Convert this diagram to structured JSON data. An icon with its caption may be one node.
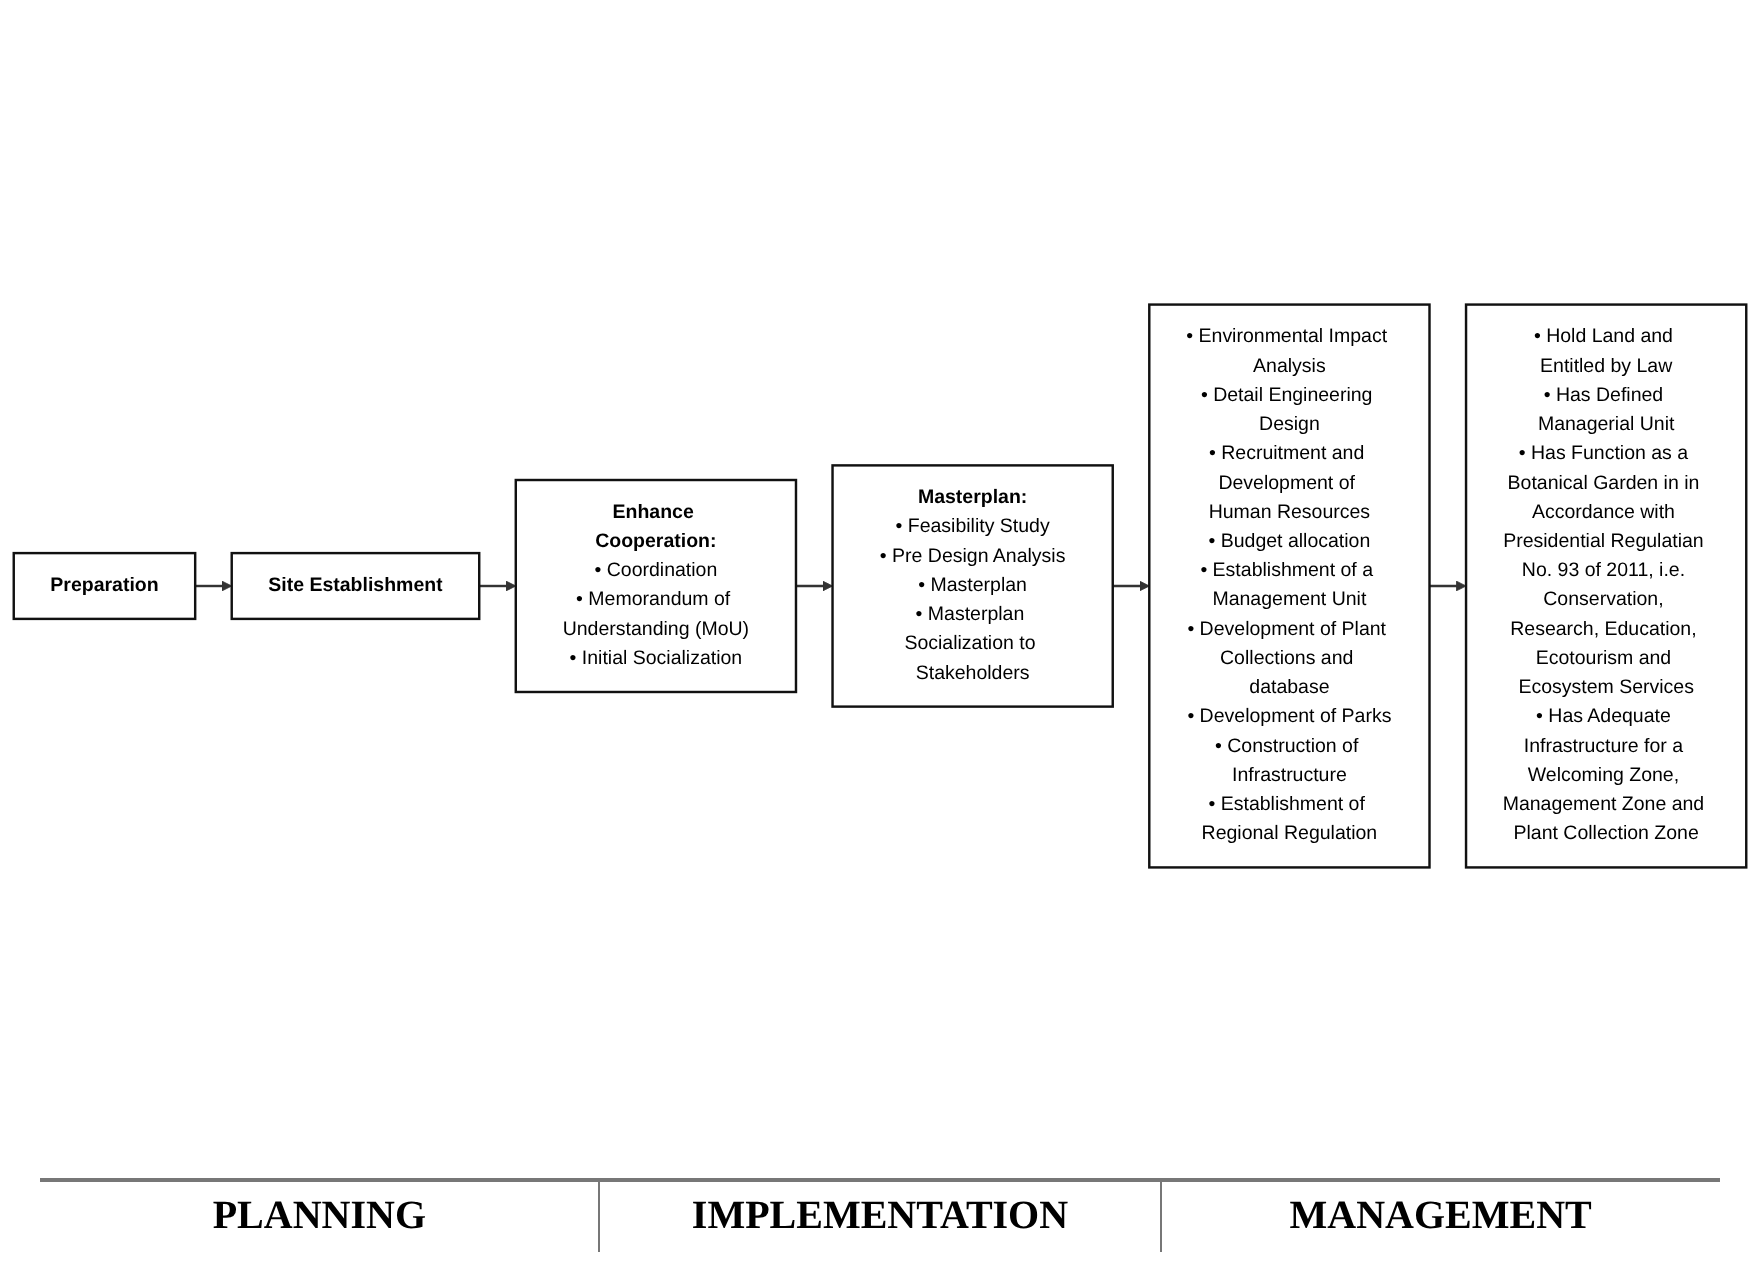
{
  "diagram": {
    "nodes": [
      {
        "text": [
          "Preparation"
        ]
      },
      {
        "text": [
          "Site Establishment"
        ]
      },
      {
        "text": [
          "Enhance Cooperation:",
          "• Coordination",
          "• Memorandum of Understanding (MoU)",
          "• Initial Socialization"
        ]
      },
      {
        "text": [
          "Masterplan:",
          "• Feasibility Study",
          "• Pre Design Analysis",
          "• Masterplan",
          "• Masterplan Socialization to Stakeholders"
        ]
      },
      {
        "text": [
          "• Environmental Impact Analysis",
          "• Detail Engineering Design",
          "• Recruitment and Development of Human Resources",
          "• Budget allocation",
          "• Establishment of a Management Unit",
          "• Development of Plant Collections and database",
          "• Development of Parks",
          "• Construction of Infrastructure",
          "• Establishment of Regional Regulation"
        ]
      },
      {
        "text": [
          "• Hold Land and Entitled by Law",
          "• Has Defined Managerial Unit",
          "• Has Function as a Botanical Garden in in Accordance with Presidential Regulatian No. 93 of 2011, i.e. Conservation, Research, Education, Ecotourism and Ecosystem Services",
          "• Has Adequate Infrastructure for a Welcoming Zone, Management Zone and Plant Collection Zone"
        ]
      }
    ],
    "edges": [
      {
        "from": 0,
        "to": 1,
        "arrow": "to"
      },
      {
        "from": 1,
        "to": 2,
        "arrow": "to"
      },
      {
        "from": 2,
        "to": 3,
        "arrow": "to"
      },
      {
        "from": 3,
        "to": 4,
        "arrow": "to"
      },
      {
        "from": 4,
        "to": 5,
        "arrow": "to"
      }
    ],
    "labels": [
      "PLANNING",
      "IMPLEMENTATION",
      "MANAGEMENT"
    ]
  }
}
